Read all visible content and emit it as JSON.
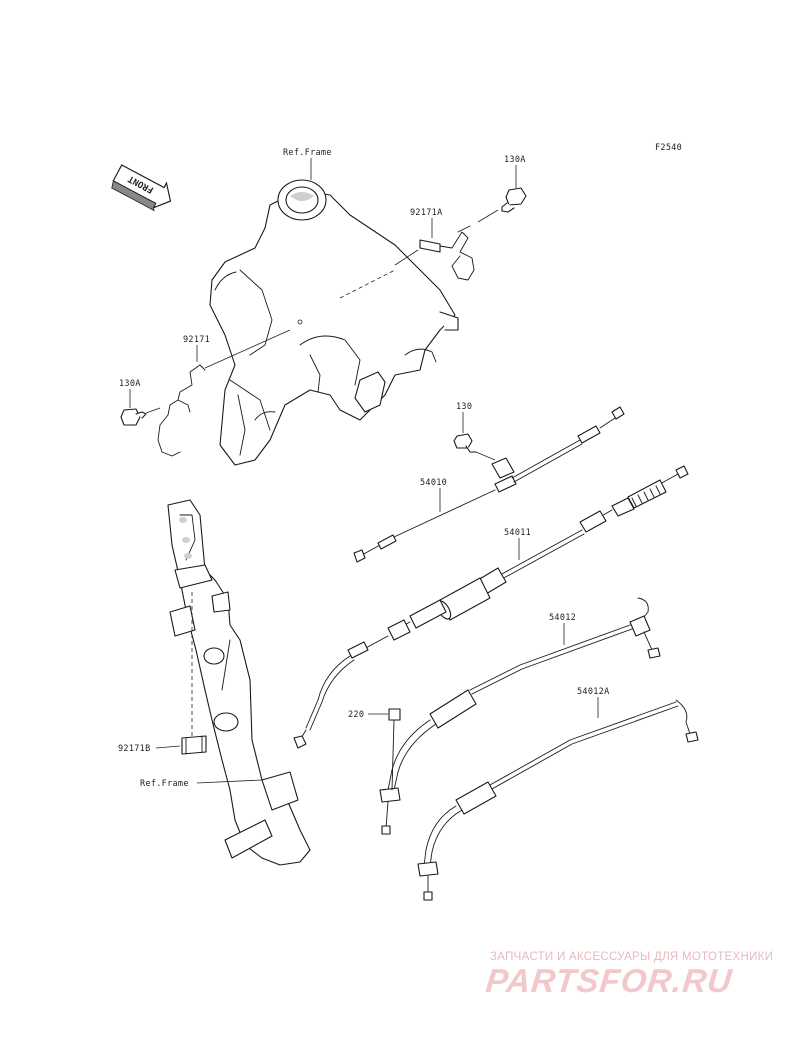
{
  "figure_code": "F2540",
  "front_arrow": "FRONT",
  "labels": {
    "ref_frame_top": "Ref.Frame",
    "ref_frame_bottom": "Ref.Frame",
    "p130A_top": "130A",
    "p92171A": "92171A",
    "p92171": "92171",
    "p130A_left": "130A",
    "p130": "130",
    "p54010": "54010",
    "p54011": "54011",
    "p54012": "54012",
    "p54012A": "54012A",
    "p220": "220",
    "p92171B": "92171B"
  },
  "watermark": {
    "subtitle": "ЗАПЧАСТИ И АКСЕССУАРЫ ДЛЯ МОТОТЕХНИКИ",
    "brand": "PARTSFOR.RU"
  }
}
